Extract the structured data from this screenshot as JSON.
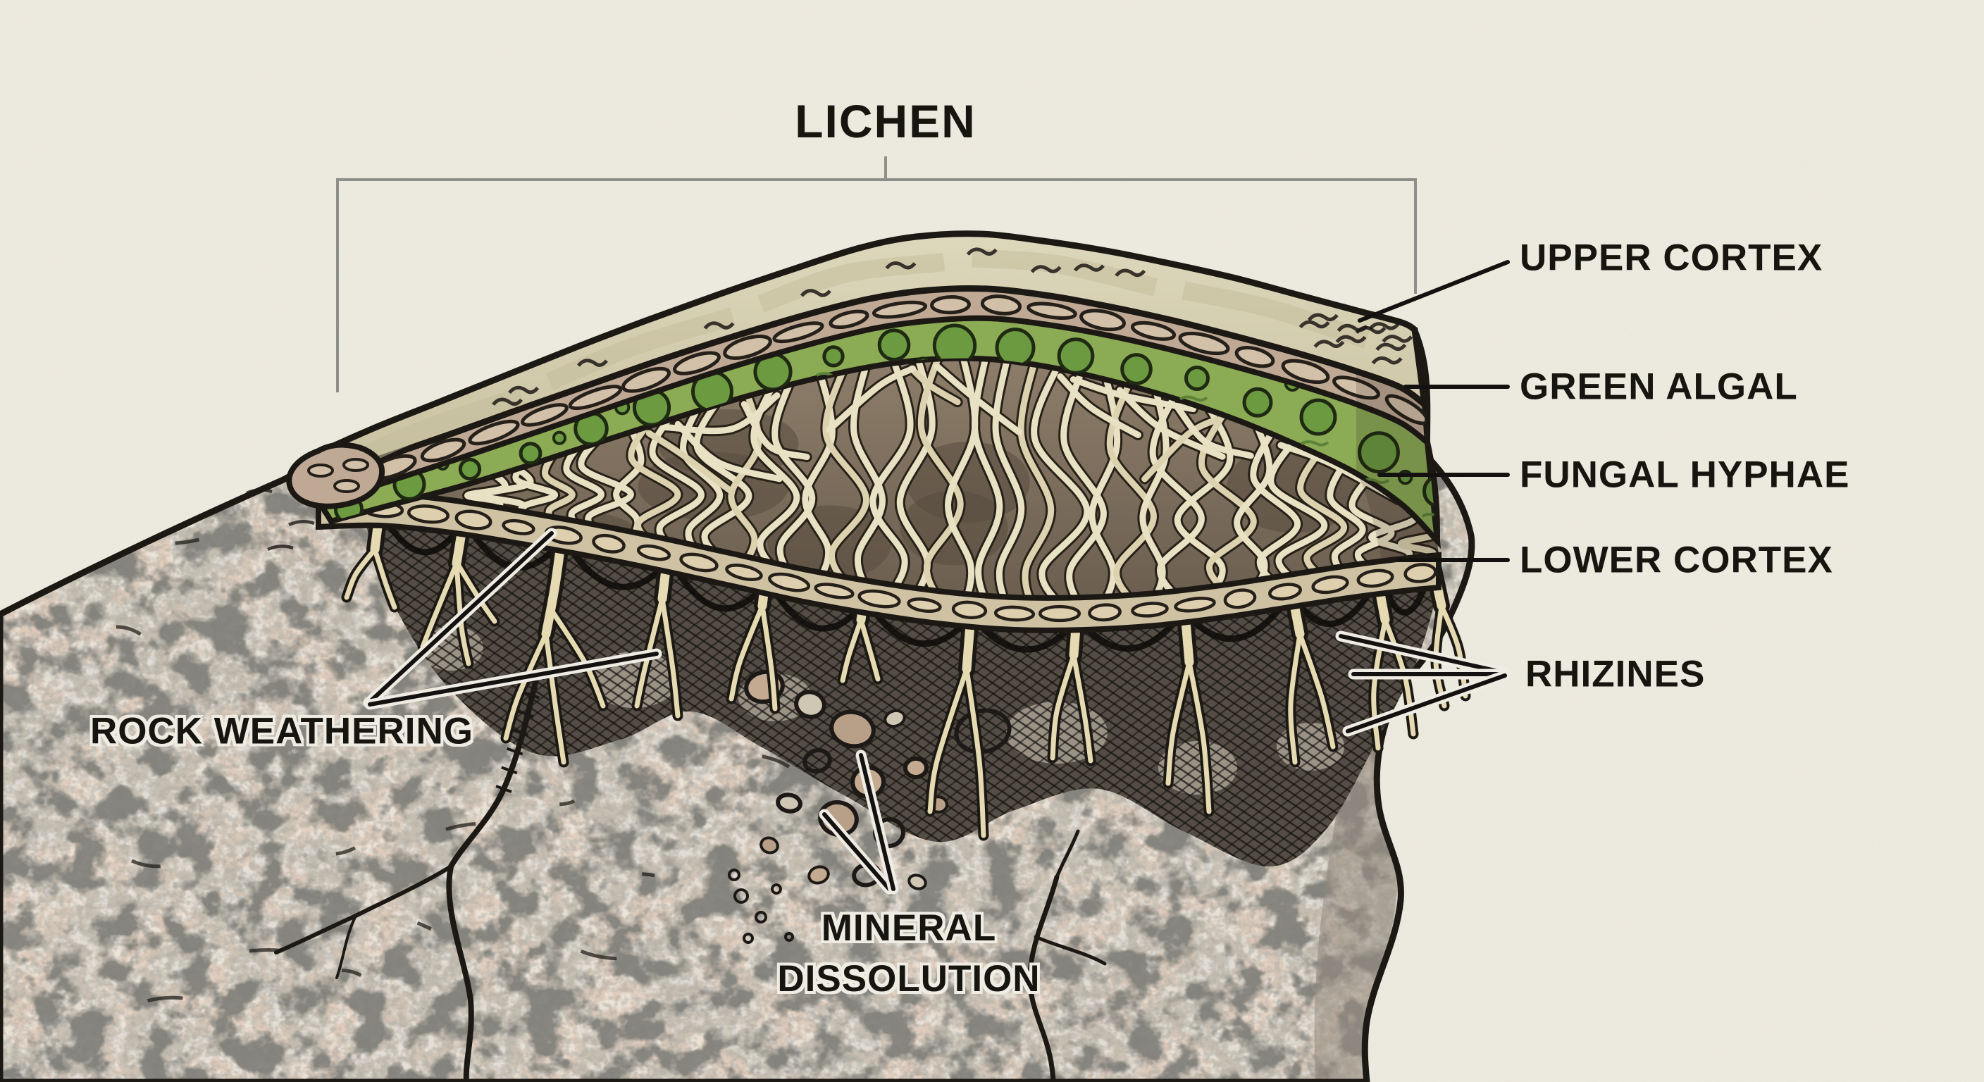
{
  "title": {
    "label": "LICHEN"
  },
  "layer_labels": {
    "upper_cortex": "UPPER CORTEX",
    "green_algal": "GREEN ALGAL",
    "fungal_hyphae": "FUNGAL HYPHAE",
    "lower_cortex": "LOWER CORTEX",
    "rhizines": "RHIZINES"
  },
  "process_labels": {
    "rock_weathering": "ROCK WEATHERING",
    "mineral_dissolution_line1": "MINERAL",
    "mineral_dissolution_line2": "DISSOLUTION"
  },
  "colors": {
    "paper": "#edeadf",
    "ink": "#1c1915",
    "leader_gray": "#8f8f89",
    "crust": "#d5ceb1",
    "crust_light": "#dfd9bf",
    "cortex_band": "#bfa995",
    "cortex_pebble": "#d2c0a8",
    "algal_green": "#8cab55",
    "algal_cell": "#6b9a41",
    "hyphae_bg_top": "#8d7d6a",
    "hyphae_bg_bot": "#6c5f50",
    "hyphae_strand": "#e9e1c4",
    "lower_cortex": "#cfc2a3",
    "lower_pebble": "#decfae",
    "rhizine": "#e5dab2",
    "rock_base": "#c6beb1",
    "crevice": "#534d45",
    "rock_shade": "#948b80"
  }
}
